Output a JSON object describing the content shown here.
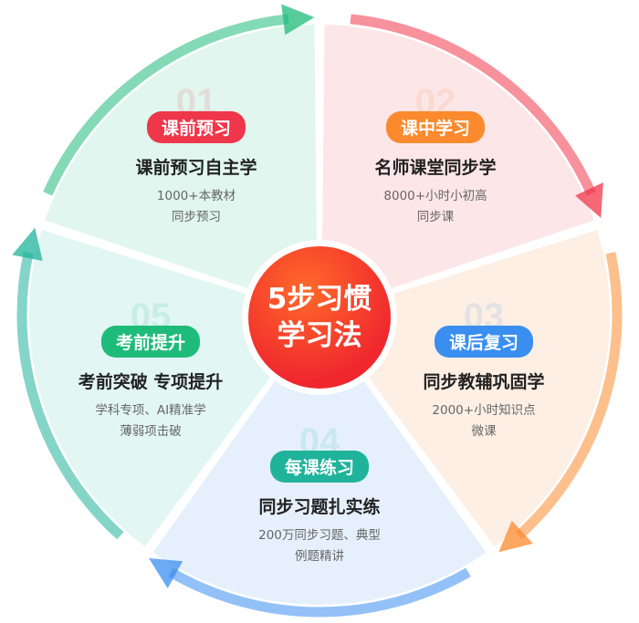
{
  "center": {
    "line1": "5步习惯",
    "line2": "学习法"
  },
  "steps": [
    {
      "num": "01",
      "badge": "课前预习",
      "title": "课前预习自主学",
      "desc1": "1000+本教材",
      "desc2": "同步预习",
      "color": "#f0364a",
      "fill": "#fde6e8"
    },
    {
      "num": "02",
      "badge": "课中学习",
      "title": "名师课堂同步学",
      "desc1": "8000+小时小初高",
      "desc2": "同步课",
      "color": "#fb8a2e",
      "fill": "#fdefe4"
    },
    {
      "num": "03",
      "badge": "课后复习",
      "title": "同步教辅巩固学",
      "desc1": "2000+小时知识点",
      "desc2": "微课",
      "color": "#3a8ef0",
      "fill": "#e6f0fc"
    },
    {
      "num": "04",
      "badge": "每课练习",
      "title": "同步习题扎实练",
      "desc1": "200万同步习题、典型",
      "desc2": "例题精讲",
      "color": "#1fb39b",
      "fill": "#e2f6f3"
    },
    {
      "num": "05",
      "badge": "考前提升",
      "title": "考前突破 专项提升",
      "desc1": "学科专项、AI精准学",
      "desc2": "薄弱项击破",
      "color": "#1fbb7a",
      "fill": "#e0f6ee"
    }
  ]
}
